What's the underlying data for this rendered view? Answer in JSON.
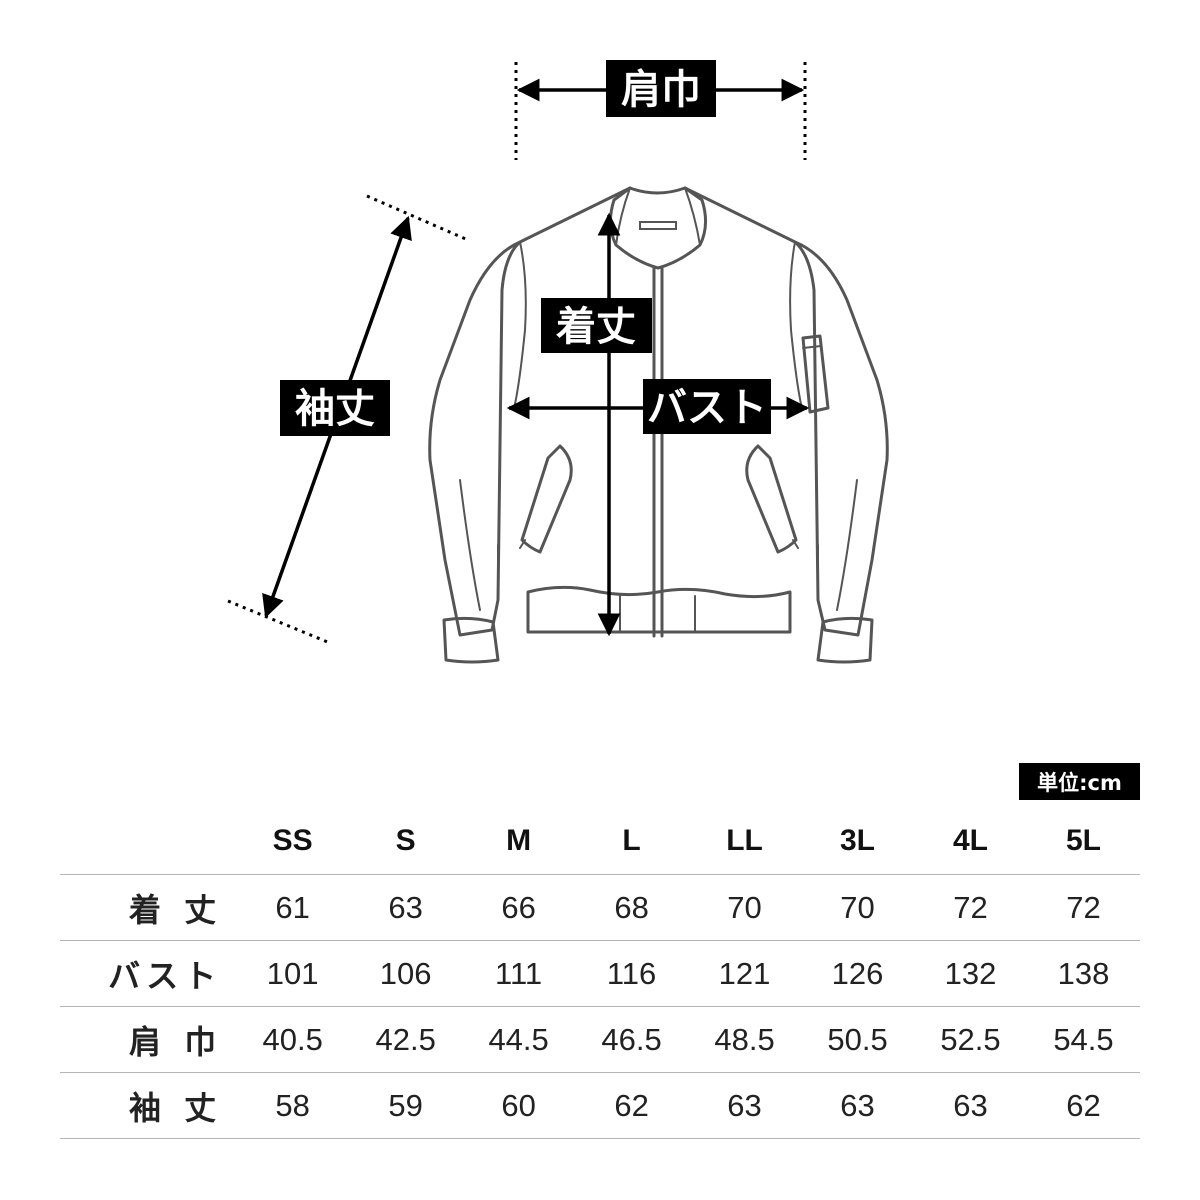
{
  "diagram": {
    "labels": {
      "shoulder": "肩巾",
      "length": "着丈",
      "sleeve": "袖丈",
      "bust": "バスト"
    },
    "icons": [
      "jacket-illustration-icon",
      "arrow-icon",
      "dotted-guide-icon"
    ]
  },
  "unit": "単位:cm",
  "table": {
    "sizes": [
      "SS",
      "S",
      "M",
      "L",
      "LL",
      "3L",
      "4L",
      "5L"
    ],
    "rows": [
      {
        "label": "着 丈",
        "values": [
          "61",
          "63",
          "66",
          "68",
          "70",
          "70",
          "72",
          "72"
        ]
      },
      {
        "label": "バスト",
        "values": [
          "101",
          "106",
          "111",
          "116",
          "121",
          "126",
          "132",
          "138"
        ]
      },
      {
        "label": "肩 巾",
        "values": [
          "40.5",
          "42.5",
          "44.5",
          "46.5",
          "48.5",
          "50.5",
          "52.5",
          "54.5"
        ]
      },
      {
        "label": "袖 丈",
        "values": [
          "58",
          "59",
          "60",
          "62",
          "63",
          "63",
          "63",
          "62"
        ]
      }
    ]
  },
  "colors": {
    "label_bg": "#000000",
    "label_text": "#ffffff",
    "jacket_line": "#555555",
    "divider": "#b5b5b5"
  }
}
